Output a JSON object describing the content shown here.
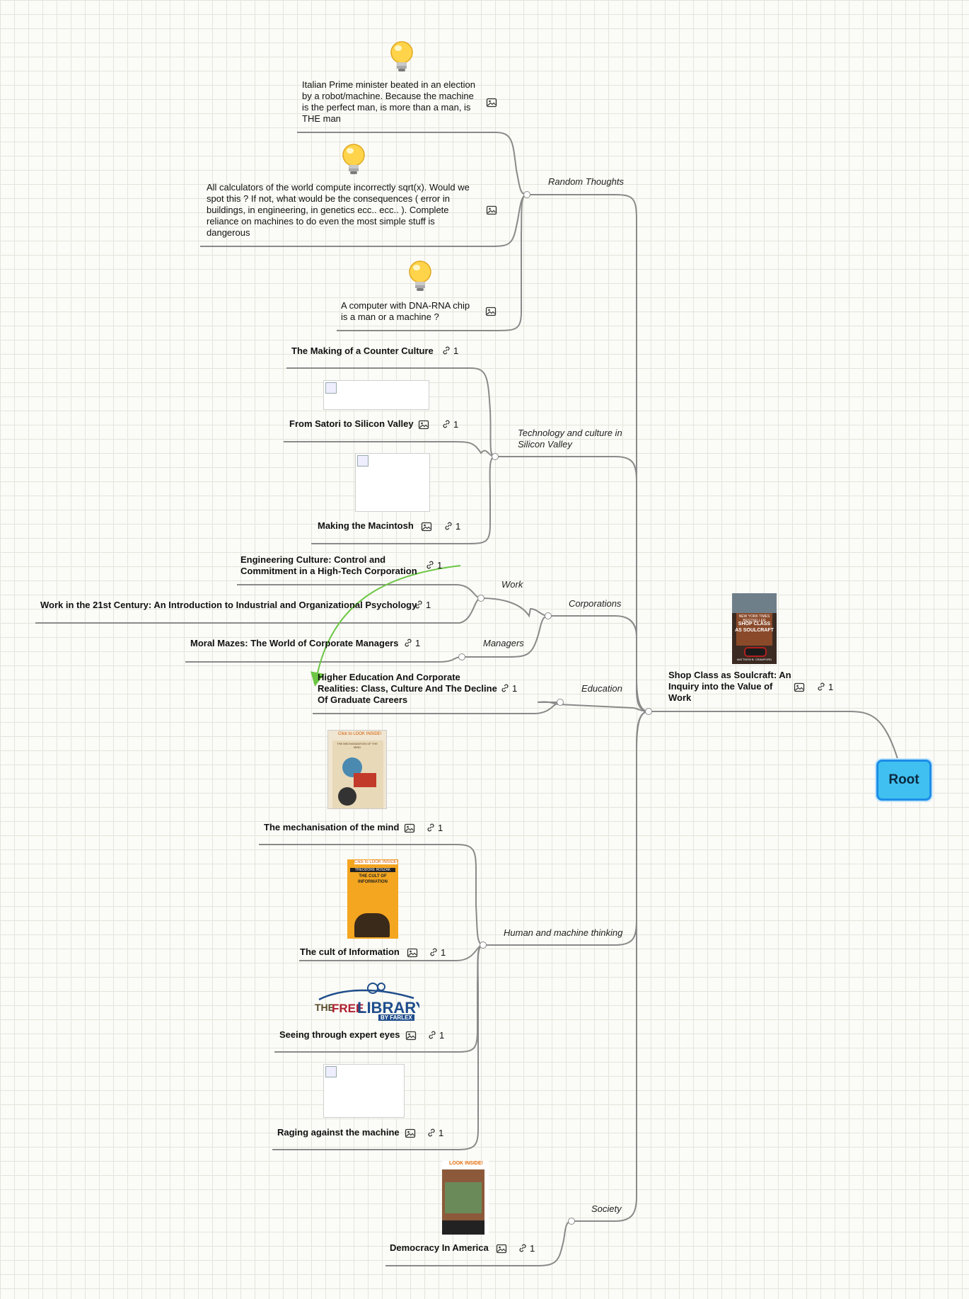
{
  "root": {
    "label": "Root"
  },
  "categories": {
    "random": "Random Thoughts",
    "tech_line1": "Technology and culture in",
    "tech_line2": "Silicon Valley",
    "corporations": "Corporations",
    "work": "Work",
    "managers": "Managers",
    "education": "Education",
    "human": "Human and machine thinking",
    "society": "Society"
  },
  "thoughts": [
    {
      "lines": [
        "Italian Prime minister beated in an election",
        "by a robot/machine. Because the machine",
        "is the perfect man, is more than a man, is",
        "THE man"
      ]
    },
    {
      "lines": [
        "All calculators of the world compute incorrectly sqrt(x). Would we",
        "spot this ? If not, what would be the consequences ( error in",
        "buildings, in engineering, in genetics ecc.. ecc.. ). Complete",
        "reliance on machines to do even the most simple stuff is",
        "dangerous"
      ]
    },
    {
      "lines": [
        "A computer with DNA-RNA chip",
        "is a man or a machine ?"
      ]
    }
  ],
  "books": {
    "shop_line1": "Shop Class as Soulcraft: An",
    "shop_line2": "Inquiry into the Value of",
    "shop_line3": "Work",
    "counter_culture": "The Making of a Counter Culture",
    "satori": "From Satori to Silicon Valley",
    "macintosh": "Making the Macintosh",
    "eng_line1": "Engineering Culture: Control and",
    "eng_line2": "Commitment in a High-Tech Corporation",
    "work21": "Work in the 21st Century: An Introduction to Industrial and Organizational Psychology",
    "moral_mazes": "Moral Mazes: The World of Corporate Managers",
    "higher_line1": "Higher Education And Corporate",
    "higher_line2": "Realities: Class, Culture And The Decline",
    "higher_line3": "Of Graduate Careers",
    "mechanisation": "The mechanisation of the mind",
    "cult": "The cult of Information",
    "expert": "Seeing through expert eyes",
    "raging": "Raging against the machine",
    "democracy": "Democracy In America"
  },
  "link_count": "1",
  "cover_text": {
    "shop_top": "NEW YORK TIMES BESTSELLER",
    "shop_title1": "SHOP CLASS",
    "shop_title2": "AS SOULCRAFT",
    "shop_author": "MATTHEW B. CRAWFORD",
    "look_inside": "Click to LOOK INSIDE!",
    "mech_title": "THE MECHANIZATION OF THE MIND",
    "cult_author": "THEODORE ROSZAK",
    "cult_title1": "THE CULT OF",
    "cult_title2": "INFORMATION",
    "free_the": "THE",
    "free_free": "FREE",
    "free_library": "LIBRARY",
    "free_by": "BY FARLEX",
    "dem_look": "LOOK INSIDE!"
  },
  "colors": {
    "root_fill": "#40c0f0",
    "root_border": "#1d8de6",
    "connector": "#8a8a8a",
    "relation_arrow": "#6cc644",
    "grid": "#e3e6dc"
  },
  "icons": [
    "image-icon",
    "link-icon",
    "lightbulb-icon"
  ]
}
